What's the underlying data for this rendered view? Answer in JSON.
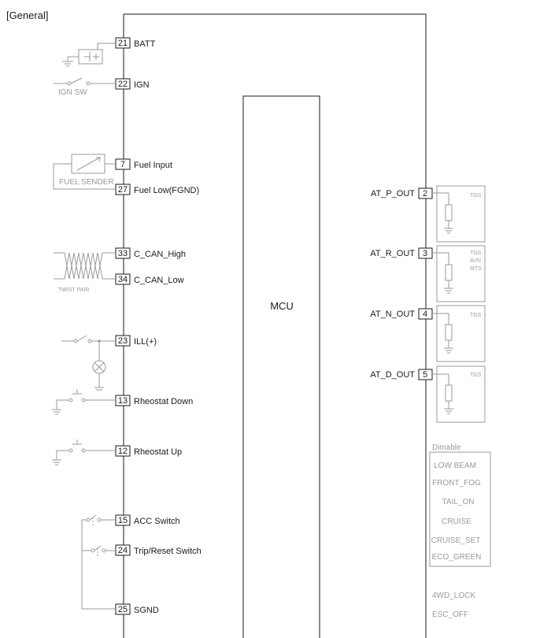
{
  "section_title": "[General]",
  "mcu_label": "MCU",
  "left_pins": [
    {
      "num": "21",
      "label": "BATT"
    },
    {
      "num": "22",
      "label": "IGN"
    },
    {
      "num": "7",
      "label": "Fuel Input"
    },
    {
      "num": "27",
      "label": "Fuel Low(FGND)"
    },
    {
      "num": "33",
      "label": "C_CAN_High"
    },
    {
      "num": "34",
      "label": "C_CAN_Low"
    },
    {
      "num": "23",
      "label": "ILL(+)"
    },
    {
      "num": "13",
      "label": "Rheostat Down"
    },
    {
      "num": "12",
      "label": "Rheostat Up"
    },
    {
      "num": "15",
      "label": "ACC Switch"
    },
    {
      "num": "24",
      "label": "Trip/Reset Switch"
    },
    {
      "num": "25",
      "label": "SGND"
    }
  ],
  "right_pins": [
    {
      "num": "2",
      "label": "AT_P_OUT",
      "box_text": [
        "TGS"
      ]
    },
    {
      "num": "3",
      "label": "AT_R_OUT",
      "box_text": [
        "TGS",
        "AVN",
        "MTS"
      ]
    },
    {
      "num": "4",
      "label": "AT_N_OUT",
      "box_text": [
        "TGS"
      ]
    },
    {
      "num": "5",
      "label": "AT_D_OUT",
      "box_text": [
        "TGS"
      ]
    }
  ],
  "component_labels": {
    "ign_sw": "IGN SW",
    "fuel_sender": "FUEL SENDER",
    "twist_pair": "TWIST PAIR"
  },
  "signals": {
    "header": "Dimable",
    "boxed": [
      "LOW BEAM",
      "FRONT_FOG",
      "TAIL_ON",
      "CRUISE",
      "CRUISE_SET",
      "ECO_GREEN"
    ],
    "extra": [
      "4WD_LOCK",
      "ESC_OFF"
    ]
  }
}
